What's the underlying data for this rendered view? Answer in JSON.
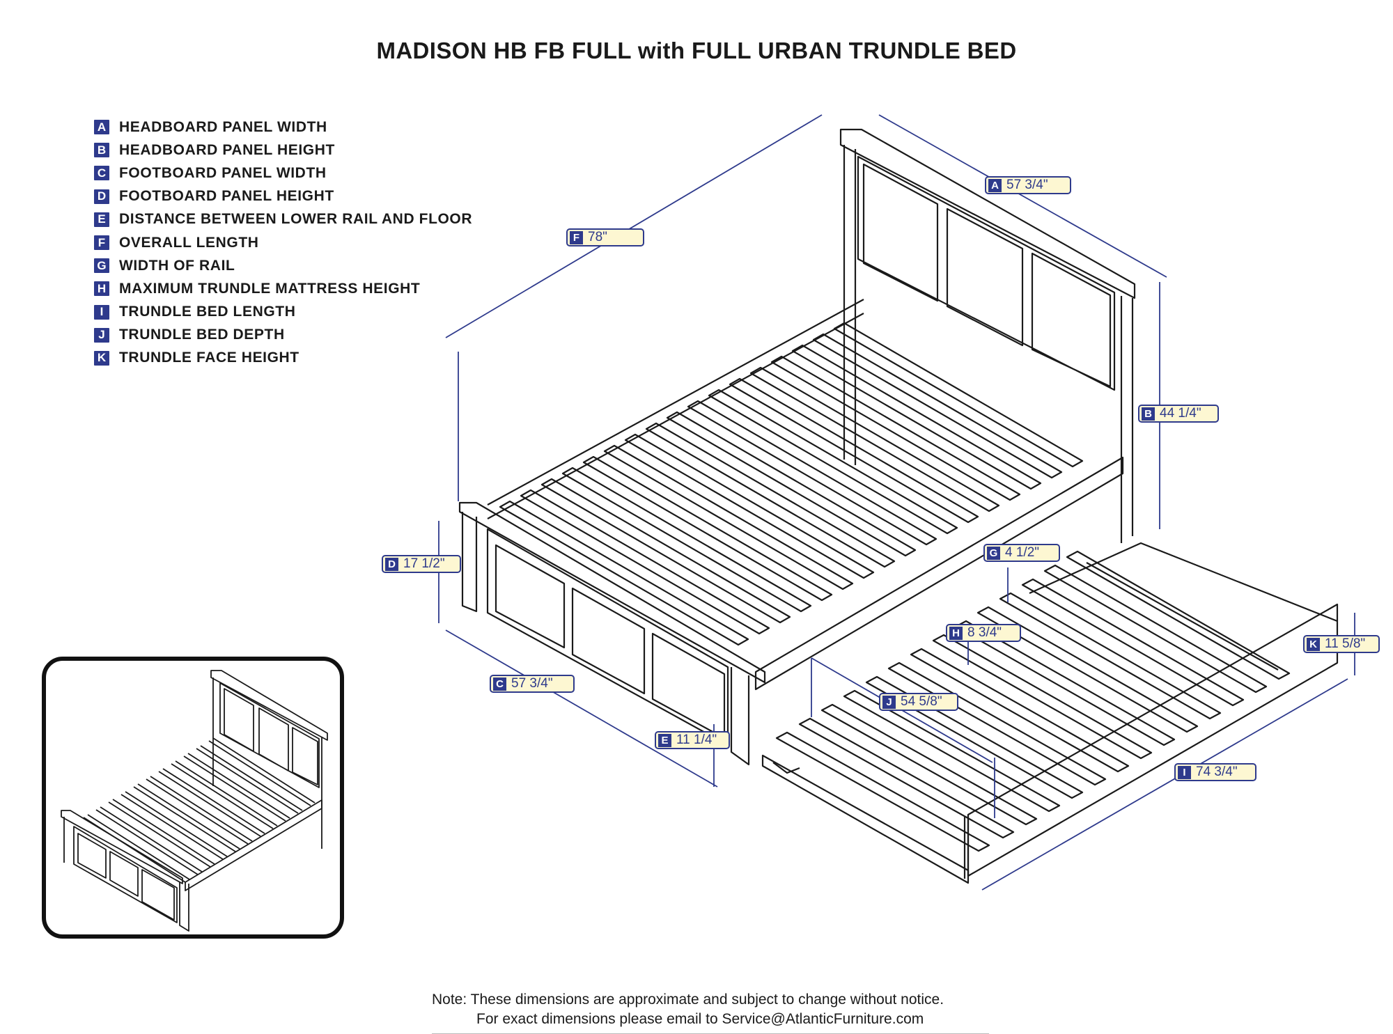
{
  "title": "MADISON HB FB FULL with FULL URBAN TRUNDLE BED",
  "legend": [
    {
      "key": "A",
      "label": "HEADBOARD PANEL WIDTH"
    },
    {
      "key": "B",
      "label": "HEADBOARD PANEL HEIGHT"
    },
    {
      "key": "C",
      "label": "FOOTBOARD PANEL WIDTH"
    },
    {
      "key": "D",
      "label": "FOOTBOARD PANEL HEIGHT"
    },
    {
      "key": "E",
      "label": "DISTANCE BETWEEN LOWER RAIL AND FLOOR"
    },
    {
      "key": "F",
      "label": "OVERALL LENGTH"
    },
    {
      "key": "G",
      "label": "WIDTH OF RAIL"
    },
    {
      "key": "H",
      "label": "MAXIMUM TRUNDLE MATTRESS HEIGHT"
    },
    {
      "key": "I",
      "label": "TRUNDLE BED LENGTH"
    },
    {
      "key": "J",
      "label": "TRUNDLE BED DEPTH"
    },
    {
      "key": "K",
      "label": "TRUNDLE FACE HEIGHT"
    }
  ],
  "dimensions": {
    "A": {
      "key": "A",
      "value": "57 3/4\""
    },
    "B": {
      "key": "B",
      "value": "44 1/4\""
    },
    "C": {
      "key": "C",
      "value": "57 3/4\""
    },
    "D": {
      "key": "D",
      "value": "17 1/2\""
    },
    "E": {
      "key": "E",
      "value": "11 1/4\""
    },
    "F": {
      "key": "F",
      "value": "78\""
    },
    "G": {
      "key": "G",
      "value": "4 1/2\""
    },
    "H": {
      "key": "H",
      "value": "8 3/4\""
    },
    "I": {
      "key": "I",
      "value": "74 3/4\""
    },
    "J": {
      "key": "J",
      "value": "54 5/8\""
    },
    "K": {
      "key": "K",
      "value": "11 5/8\""
    }
  },
  "note": {
    "line1": "Note:  These dimensions are approximate and subject to change without notice.",
    "line2": "For exact dimensions please email to Service@AtlanticFurniture.com"
  },
  "colors": {
    "dimension": "#2e3a8c",
    "callout_fill": "#fdf7d2",
    "line_art": "#1a1a1a"
  }
}
